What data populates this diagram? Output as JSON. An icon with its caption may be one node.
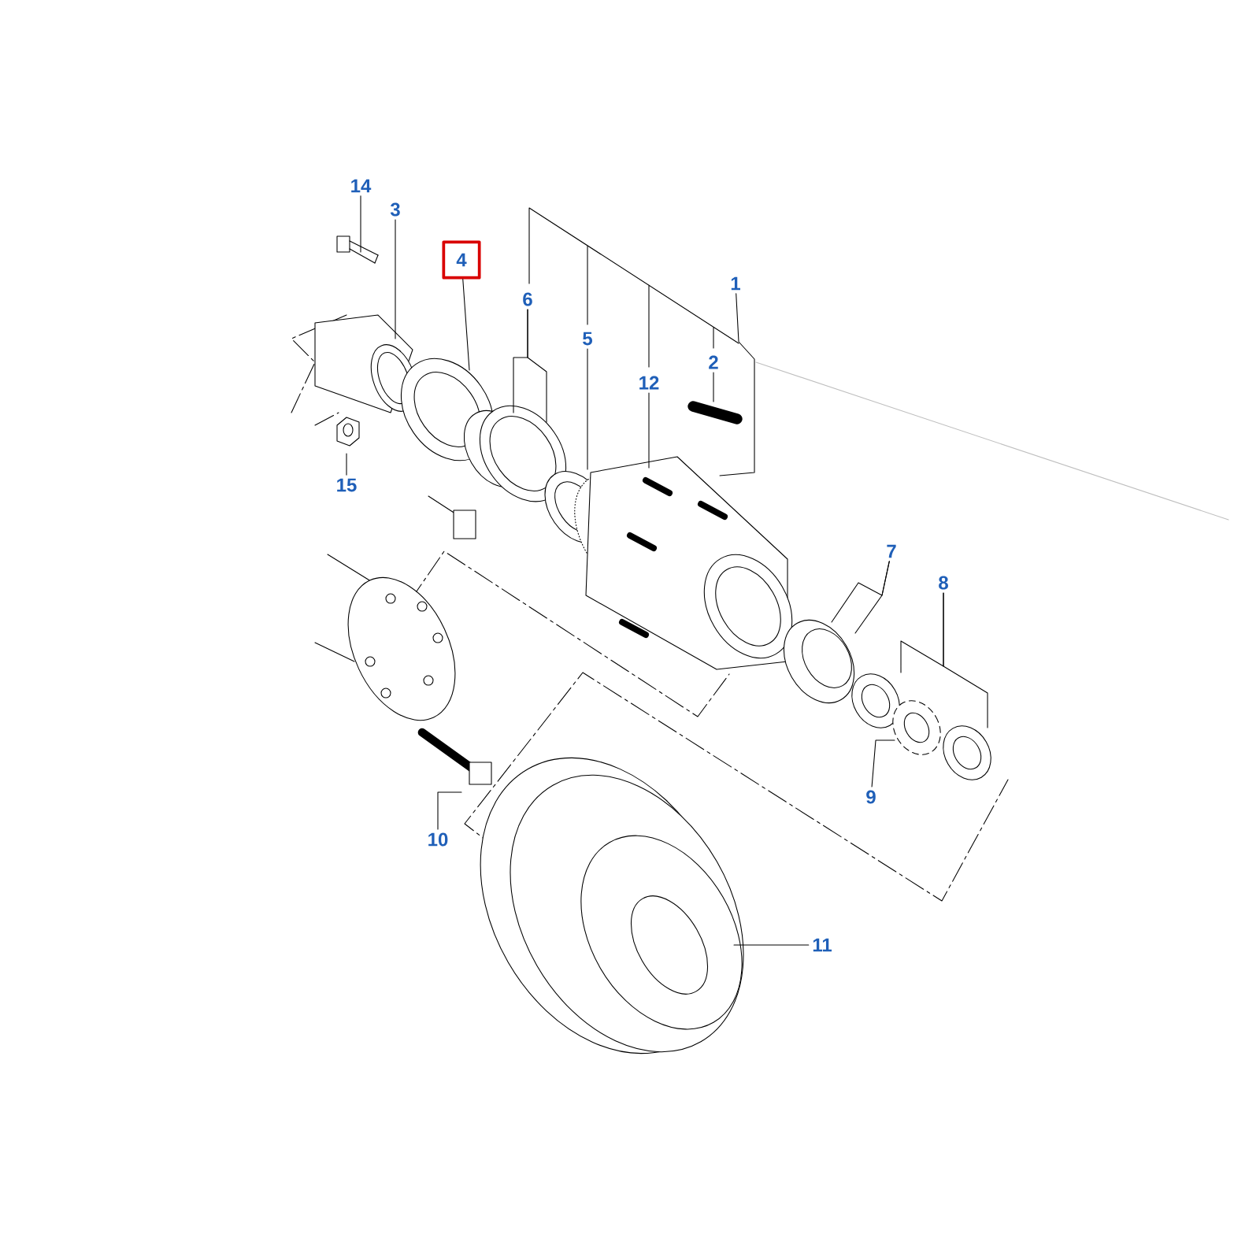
{
  "diagram": {
    "nodes": [
      {
        "text": [
          "14"
        ]
      },
      {
        "text": [
          "3"
        ]
      },
      {
        "text": [
          "4"
        ]
      },
      {
        "text": [
          "1"
        ]
      },
      {
        "text": [
          "6"
        ]
      },
      {
        "text": [
          "5"
        ]
      },
      {
        "text": [
          "2"
        ]
      },
      {
        "text": [
          "12"
        ]
      },
      {
        "text": [
          "15"
        ]
      },
      {
        "text": [
          "7"
        ]
      },
      {
        "text": [
          "8"
        ]
      },
      {
        "text": [
          "9"
        ]
      },
      {
        "text": [
          "10"
        ]
      },
      {
        "text": [
          "11"
        ]
      }
    ],
    "edges": [
      {
        "from": 0,
        "to": null,
        "arrow": "none"
      },
      {
        "from": 1,
        "to": null,
        "arrow": "none"
      },
      {
        "from": 2,
        "to": null,
        "arrow": "none"
      },
      {
        "from": 3,
        "to": null,
        "arrow": "none"
      },
      {
        "from": 4,
        "to": null,
        "arrow": "none"
      },
      {
        "from": 4,
        "to": null,
        "arrow": "none"
      },
      {
        "from": 5,
        "to": null,
        "arrow": "none"
      },
      {
        "from": 6,
        "to": null,
        "arrow": "none"
      },
      {
        "from": 7,
        "to": null,
        "arrow": "none"
      },
      {
        "from": 8,
        "to": null,
        "arrow": "none"
      },
      {
        "from": 9,
        "to": null,
        "arrow": "none"
      },
      {
        "from": 9,
        "to": null,
        "arrow": "none"
      },
      {
        "from": 10,
        "to": null,
        "arrow": "none"
      },
      {
        "from": 10,
        "to": null,
        "arrow": "none"
      },
      {
        "from": 11,
        "to": null,
        "arrow": "none"
      },
      {
        "from": 12,
        "to": null,
        "arrow": "none"
      },
      {
        "from": 13,
        "to": null,
        "arrow": "none"
      }
    ]
  }
}
